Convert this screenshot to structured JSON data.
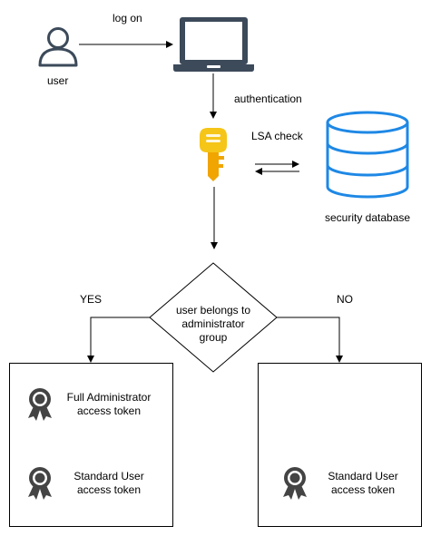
{
  "labels": {
    "user": "user",
    "log_on": "log on",
    "authentication": "authentication",
    "lsa_check": "LSA check",
    "security_database": "security database",
    "yes": "YES",
    "no": "NO"
  },
  "decision": {
    "line1": "user belongs to",
    "line2": "administrator",
    "line3": "group"
  },
  "left_box": {
    "token1_line1": "Full Administrator",
    "token1_line2": "access token",
    "token2_line1": "Standard User",
    "token2_line2": "access token"
  },
  "right_box": {
    "token_line1": "Standard User",
    "token_line2": "access token"
  },
  "colors": {
    "stroke": "#000000",
    "icon_dark": "#3c4a5a",
    "db_blue": "#1e88e5",
    "key_yellow": "#f5c518",
    "key_orange": "#f0a500",
    "badge_gray": "#444444"
  }
}
